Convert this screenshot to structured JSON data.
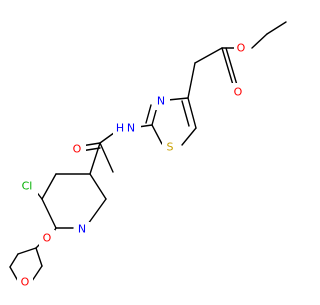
{
  "molecule": {
    "atom_labels": {
      "O_ester_double": "O",
      "O_ester_single": "O",
      "N_thiazole": "N",
      "S_thiazole": "S",
      "NH_amide": "N",
      "H_amide": "H",
      "O_amide": "O",
      "Cl": "Cl",
      "N_pyridine": "N",
      "O_ether": "O",
      "O_thf": "O"
    },
    "colors": {
      "bond": "#000000",
      "oxygen": "#ff0000",
      "nitrogen": "#0000ff",
      "sulfur": "#c8a000",
      "chlorine": "#00b000",
      "background": "#ffffff"
    }
  }
}
